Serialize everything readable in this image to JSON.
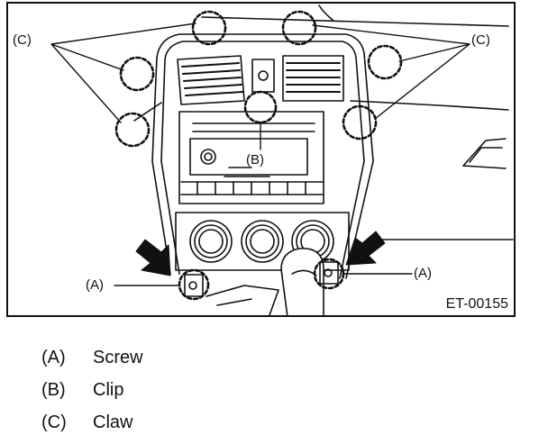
{
  "figure": {
    "id": "ET-00155",
    "callouts": {
      "c_left": "(C)",
      "c_right": "(C)",
      "b": "(B)",
      "a_left": "(A)",
      "a_right": "(A)"
    }
  },
  "legend": [
    {
      "key": "(A)",
      "label": "Screw"
    },
    {
      "key": "(B)",
      "label": "Clip"
    },
    {
      "key": "(C)",
      "label": "Claw"
    }
  ]
}
